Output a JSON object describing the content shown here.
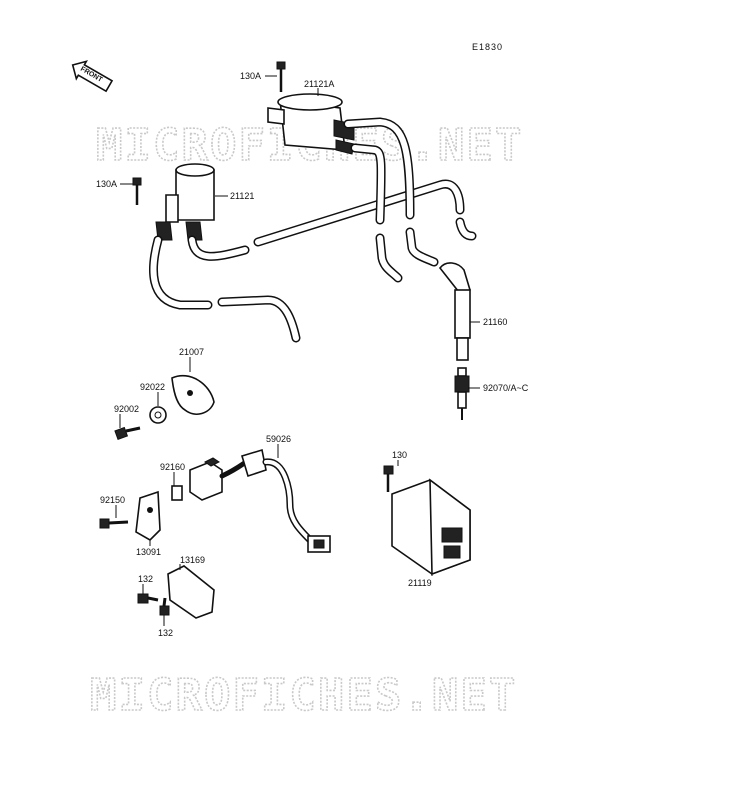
{
  "diagram": {
    "code": "E1830",
    "front_label": "FRONT",
    "watermark_top": "MICROFICHES.NET",
    "watermark_bottom": "MICROFICHES.NET",
    "callouts": {
      "c130A_top": "130A",
      "c21121A": "21121A",
      "c130A_left": "130A",
      "c21121": "21121",
      "c21160": "21160",
      "c21007": "21007",
      "c92022": "92022",
      "c92002": "92002",
      "c92070": "92070/A~C",
      "c59026": "59026",
      "c92160": "92160",
      "c130": "130",
      "c92150": "92150",
      "c13091": "13091",
      "c13169": "13169",
      "c21119": "21119",
      "c132_top": "132",
      "c132_bottom": "132"
    }
  }
}
